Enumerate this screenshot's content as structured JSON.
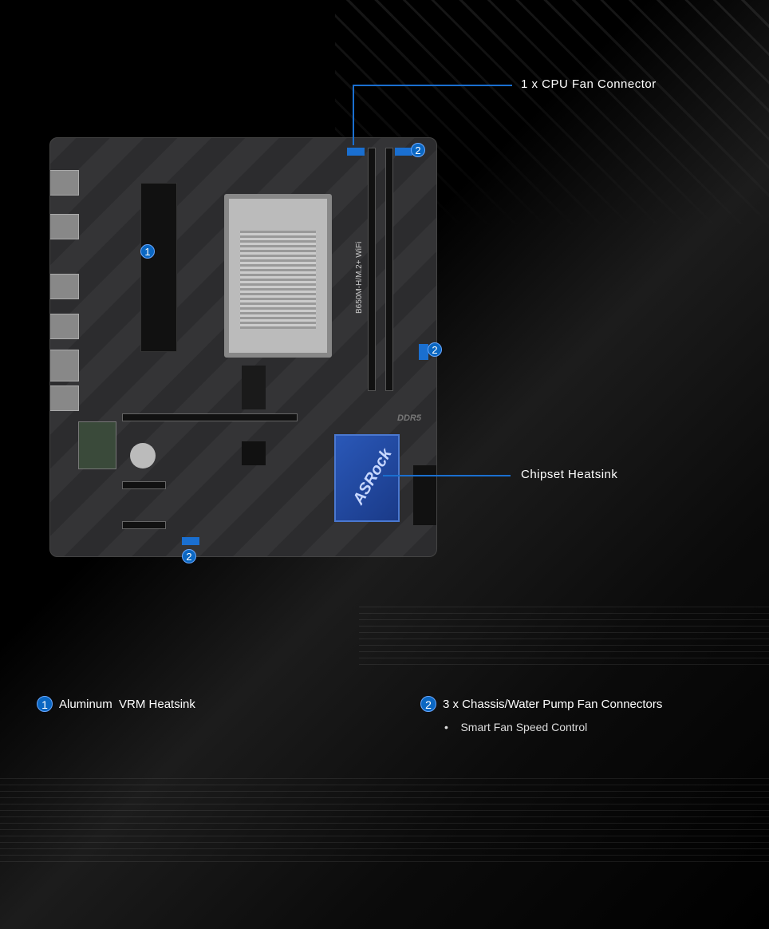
{
  "board": {
    "model": "B650M-H/M.2+ WiFi",
    "brand": "ASRock",
    "memory": "DDR5"
  },
  "callouts": {
    "cpu_fan": "1 x CPU Fan Connector",
    "chipset": "Chipset Heatsink"
  },
  "badges": {
    "one": "1",
    "two": "2"
  },
  "features": [
    {
      "number": "1",
      "title": "Aluminum  VRM Heatsink"
    },
    {
      "number": "2",
      "title": "3 x Chassis/Water Pump Fan Connectors",
      "bullets": [
        "Smart Fan Speed Control"
      ]
    }
  ],
  "colors": {
    "accent": "#0b67c2",
    "chipset": "#2a58b8"
  }
}
